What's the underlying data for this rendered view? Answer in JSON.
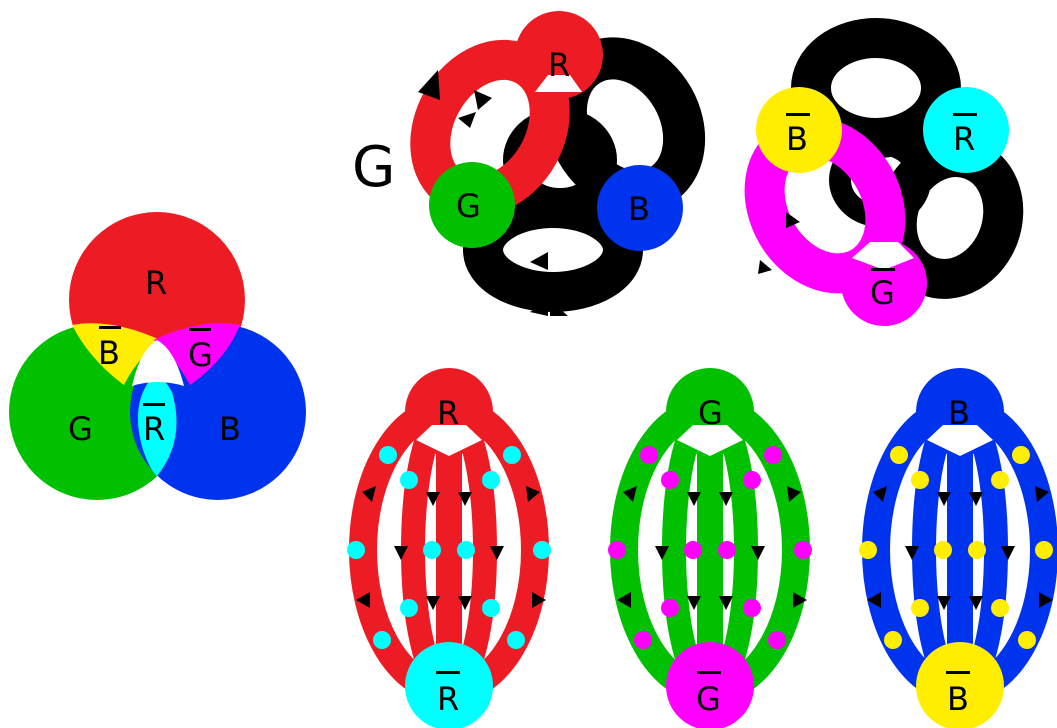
{
  "colors": {
    "red": "#ed1c24",
    "green": "#00c000",
    "blue": "#0033ee",
    "yellow": "#ffee00",
    "magenta": "#ff00ff",
    "cyan": "#00ffff",
    "black": "#000000",
    "white": "#ffffff"
  },
  "venn": {
    "red_label": "R",
    "green_label": "G",
    "blue_label": "B",
    "yellow_label": "B",
    "magenta_label": "G",
    "cyan_label": "R"
  },
  "triangle_primary": {
    "side_label": "G",
    "top_label": "R",
    "left_label": "G",
    "right_label": "B"
  },
  "triangle_complement": {
    "left_label": "B",
    "right_label": "R",
    "bottom_label": "G"
  },
  "lens_red": {
    "top_label": "R",
    "bottom_label": "R"
  },
  "lens_green": {
    "top_label": "G",
    "bottom_label": "G"
  },
  "lens_blue": {
    "top_label": "B",
    "bottom_label": "B"
  }
}
